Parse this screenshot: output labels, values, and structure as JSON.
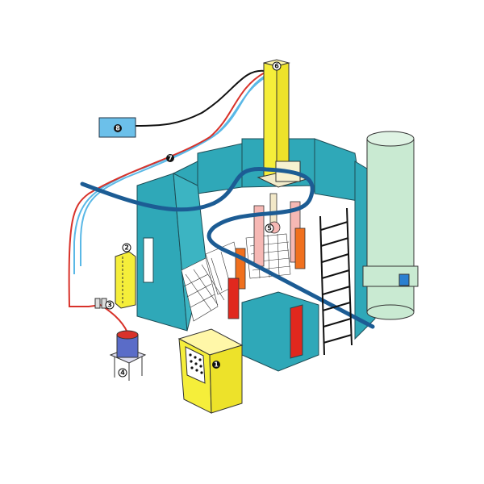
{
  "diagram": {
    "callouts": {
      "c1": "1",
      "c2": "2",
      "c3": "3",
      "c4": "4",
      "c5": "5",
      "c6": "6",
      "c7": "7",
      "c8": "8"
    },
    "colors": {
      "booth": "#2fa8b8",
      "column": "#f5ee3a",
      "cylinder": "#c9ead2",
      "rail": "#1c5c94",
      "hose_red": "#d8322a",
      "hose_blue": "#5ab8e6",
      "control_box": "#6cc0ea",
      "gun_red": "#e0281e",
      "gun_pink": "#f6b8b4",
      "gun_orange": "#f0701e",
      "pot": "#5a6cc8"
    }
  }
}
